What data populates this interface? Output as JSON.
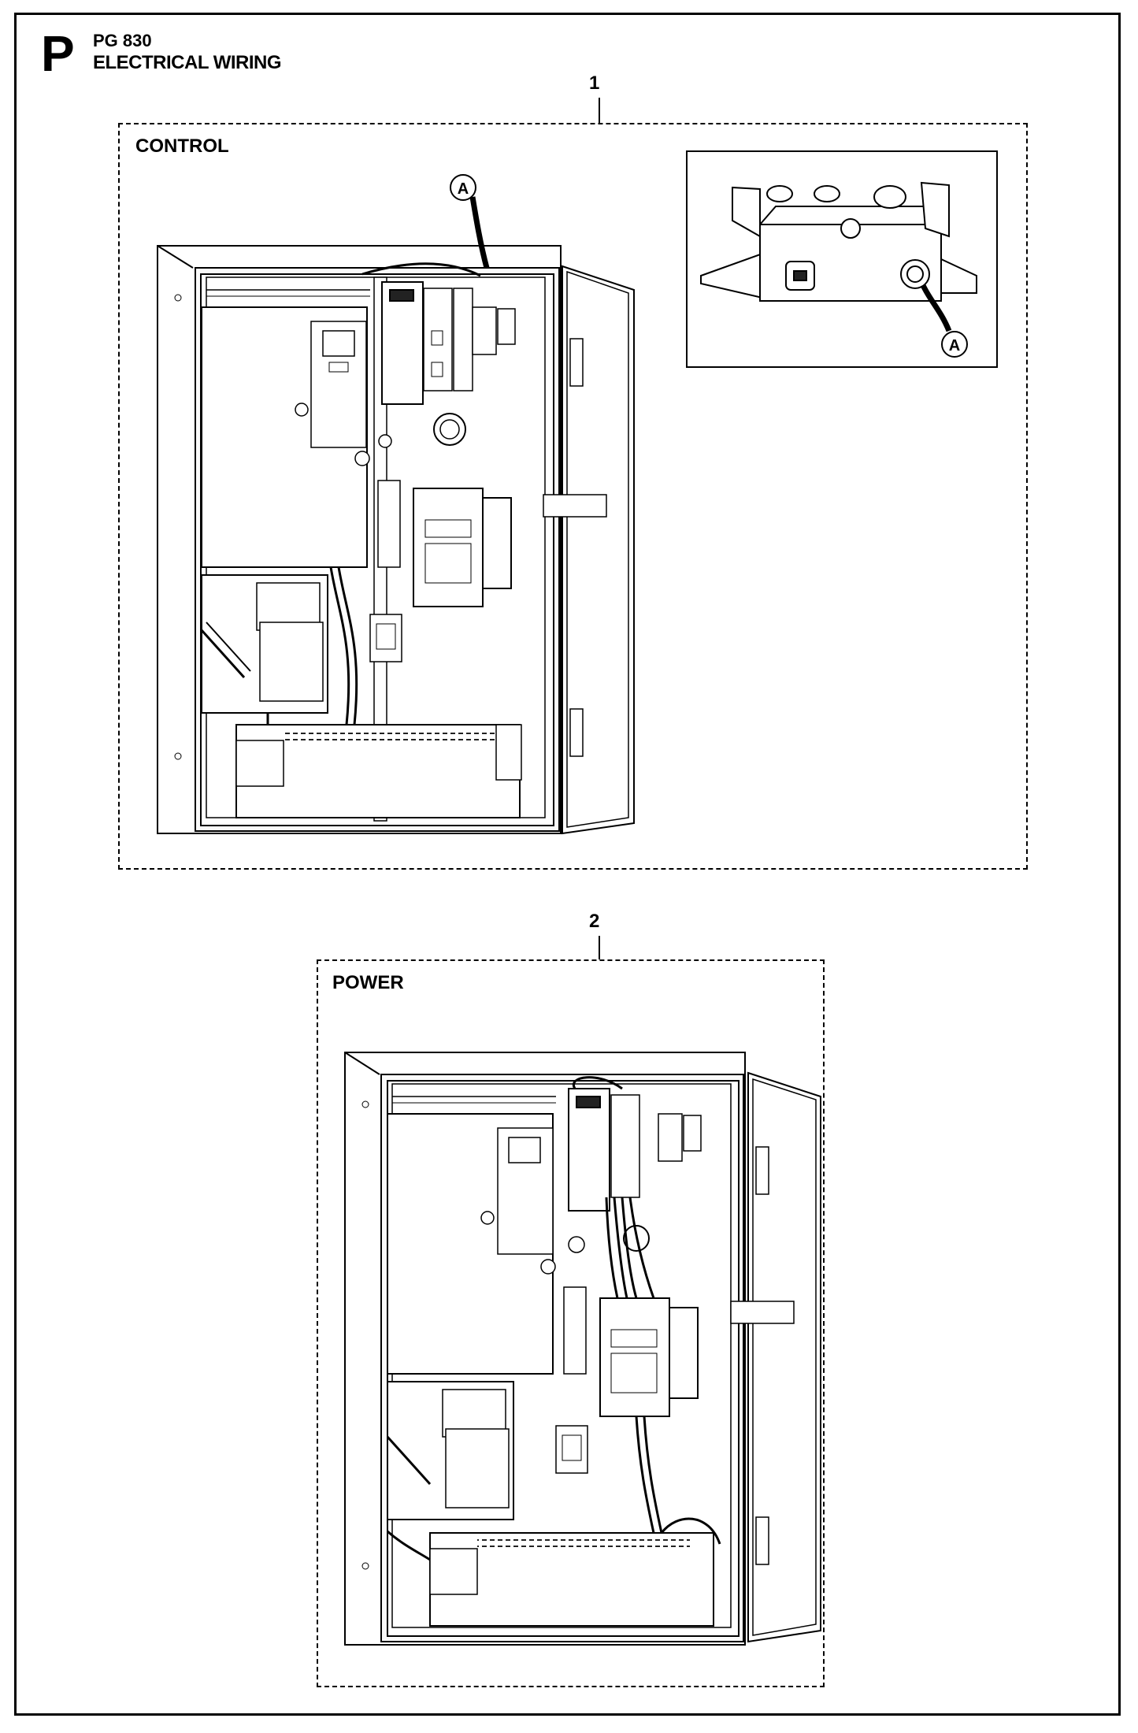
{
  "header": {
    "section_letter": "P",
    "model": "PG 830",
    "title": "ELECTRICAL WIRING"
  },
  "groups": [
    {
      "number": "1",
      "label": "CONTROL"
    },
    {
      "number": "2",
      "label": "POWER"
    }
  ],
  "callouts": {
    "connector_a": "A",
    "connector_a_detail": "A"
  }
}
